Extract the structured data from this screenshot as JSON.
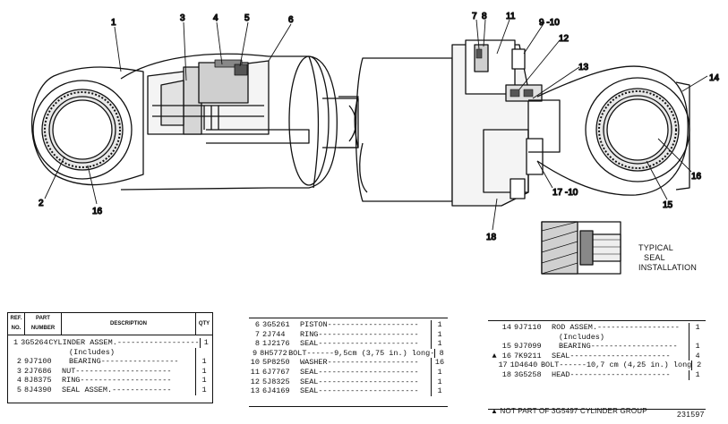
{
  "callouts": {
    "c1": "1",
    "c2": "2",
    "c3": "3",
    "c4": "4",
    "c5": "5",
    "c6": "6",
    "c7": "7",
    "c8": "8",
    "c9_10": "9 -10",
    "c11": "11",
    "c12": "12",
    "c13": "13",
    "c14": "14",
    "c15": "15",
    "c16a": "16",
    "c16b": "16",
    "c17_10": "17 -10",
    "c18": "18"
  },
  "typical_label": [
    "TYPICAL",
    "SEAL",
    "INSTALLATION"
  ],
  "table_a": {
    "headers": {
      "ref": "REF. NO.",
      "part": "PART NUMBER",
      "desc": "DESCRIPTION",
      "qty": "QTY"
    },
    "rows": [
      {
        "ref": "1",
        "part": "3G5264",
        "desc": "CYLINDER ASSEM.------------------",
        "qty": "1"
      },
      {
        "ref": "",
        "part": "",
        "desc": "(Includes)",
        "qty": ""
      },
      {
        "ref": "2",
        "part": "9J7100",
        "desc": "BEARING-----------------",
        "qty": "1"
      },
      {
        "ref": "3",
        "part": "2J7686",
        "desc": "NUT---------------------",
        "qty": "1"
      },
      {
        "ref": "4",
        "part": "8J8375",
        "desc": "RING--------------------",
        "qty": "1"
      },
      {
        "ref": "5",
        "part": "8J4390",
        "desc": "SEAL ASSEM.-------------",
        "qty": "1"
      }
    ]
  },
  "table_b": {
    "rows": [
      {
        "ref": "6",
        "part": "3G5261",
        "desc": "PISTON--------------------",
        "qty": "1"
      },
      {
        "ref": "7",
        "part": "2J744",
        "desc": "RING----------------------",
        "qty": "1"
      },
      {
        "ref": "8",
        "part": "1J2176",
        "desc": "SEAL----------------------",
        "qty": "1"
      },
      {
        "ref": "9",
        "part": "8H5772",
        "desc": "BOLT------9,5cm (3,75 in.) long-",
        "qty": "8"
      },
      {
        "ref": "10",
        "part": "5P8250",
        "desc": "WASHER--------------------",
        "qty": "16"
      },
      {
        "ref": "11",
        "part": "6J7767",
        "desc": "SEAL----------------------",
        "qty": "1"
      },
      {
        "ref": "12",
        "part": "5J8325",
        "desc": "SEAL----------------------",
        "qty": "1"
      },
      {
        "ref": "13",
        "part": "6J4169",
        "desc": "SEAL----------------------",
        "qty": "1"
      }
    ]
  },
  "table_c": {
    "rows": [
      {
        "mark": "",
        "ref": "14",
        "part": "9J7110",
        "desc": "ROD ASSEM.------------------",
        "qty": "1"
      },
      {
        "mark": "",
        "ref": "",
        "part": "",
        "desc": "(Includes)",
        "qty": ""
      },
      {
        "mark": "",
        "ref": "15",
        "part": "9J7099",
        "desc": "BEARING-------------------",
        "qty": "1"
      },
      {
        "mark": "▲",
        "ref": "16",
        "part": "7K9211",
        "desc": "SEAL----------------------",
        "qty": "4"
      },
      {
        "mark": "",
        "ref": "17",
        "part": "1D4640",
        "desc": "BOLT------10,7 cm (4,25 in.) long",
        "qty": "2"
      },
      {
        "mark": "",
        "ref": "18",
        "part": "3G5258",
        "desc": "HEAD----------------------",
        "qty": "1"
      }
    ]
  },
  "footnote": "▲ NOT PART OF 3G5497 CYLINDER GROUP",
  "drawing_number": "231597"
}
